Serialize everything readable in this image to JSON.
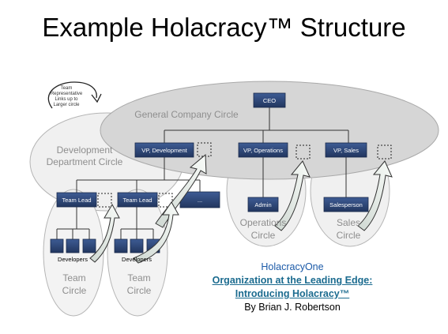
{
  "title": "Example Holacracy™ Structure",
  "note": {
    "lines": [
      "Team",
      "Representative",
      "Links up to",
      "Larger circle"
    ]
  },
  "circles": {
    "general": "General Company Circle",
    "development": [
      "Development",
      "Department Circle"
    ],
    "operations": [
      "Operations",
      "Circle"
    ],
    "sales": [
      "Sales",
      "Circle"
    ],
    "team1": [
      "Team",
      "Circle"
    ],
    "team2": [
      "Team",
      "Circle"
    ]
  },
  "roles": {
    "ceo": "CEO",
    "vp_development": "VP, Development",
    "vp_operations": "VP, Operations",
    "vp_sales": "VP, Sales",
    "team_lead_1": "Team Lead",
    "team_lead_2": "Team Lead",
    "more": "...",
    "admin": "Admin",
    "salesperson": "Salesperson",
    "developers_1": "Developers",
    "developers_2": "Developers"
  },
  "credits": {
    "org": "HolacracyOne",
    "book_line1": "Organization at the Leading Edge:",
    "book_line2": "Introducing Holacracy™",
    "author": "By Brian J. Robertson"
  },
  "colors": {
    "circle_fill": "#d6d6d6",
    "sub_circle_fill": "#f2f2f2",
    "box_fill": "#2f4a7d",
    "circle_text": "#8e8e8e",
    "link": "#1b5aa8"
  }
}
